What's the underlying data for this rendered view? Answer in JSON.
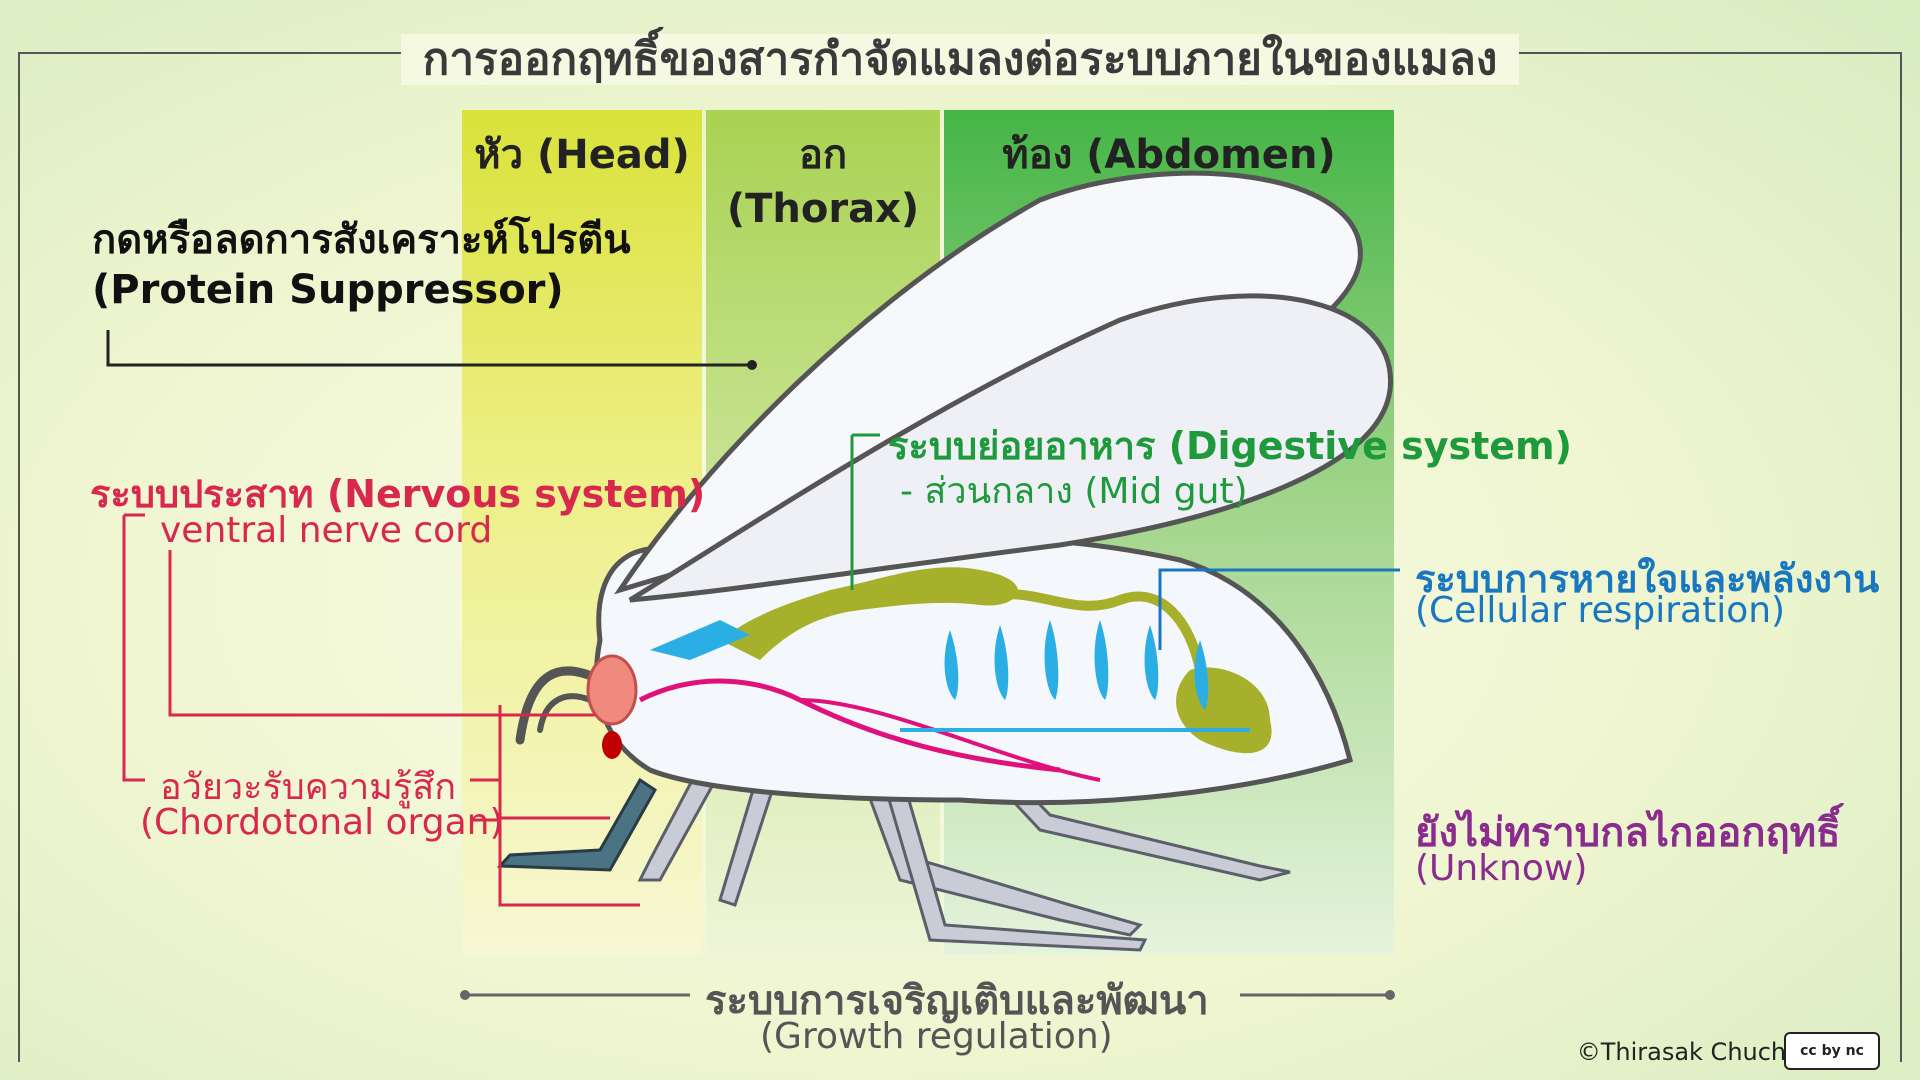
{
  "title": "การออกฤทธิ์ของสารกำจัดแมลงต่อระบบภายในของแมลง",
  "regions": {
    "head": "หัว (Head)",
    "thorax": "อก (Thorax)",
    "abdomen": "ท้อง (Abdomen)"
  },
  "labels": {
    "protein_th": "กดหรือลดการสังเคราะห์โปรตีน",
    "protein_en": "(Protein Suppressor)",
    "nervous": "ระบบประสาท (Nervous system)",
    "ventral": "ventral nerve cord",
    "chordo_th": "อวัยวะรับความรู้สึก",
    "chordo_en": "(Chordotonal organ)",
    "digestive": "ระบบย่อยอาหาร (Digestive system)",
    "midgut": "- ส่วนกลาง (Mid gut)",
    "resp_th": "ระบบการหายใจและพลังงาน",
    "resp_en": "(Cellular respiration)",
    "unknown_th": "ยังไม่ทราบกลไกออกฤทธิ์",
    "unknown_en": "(Unknow)",
    "growth_th": "ระบบการเจริญเติบและพัฒนา",
    "growth_en": "(Growth regulation)"
  },
  "credit": "©Thirasak Chuchoet",
  "license_badge": "cc by nc"
}
